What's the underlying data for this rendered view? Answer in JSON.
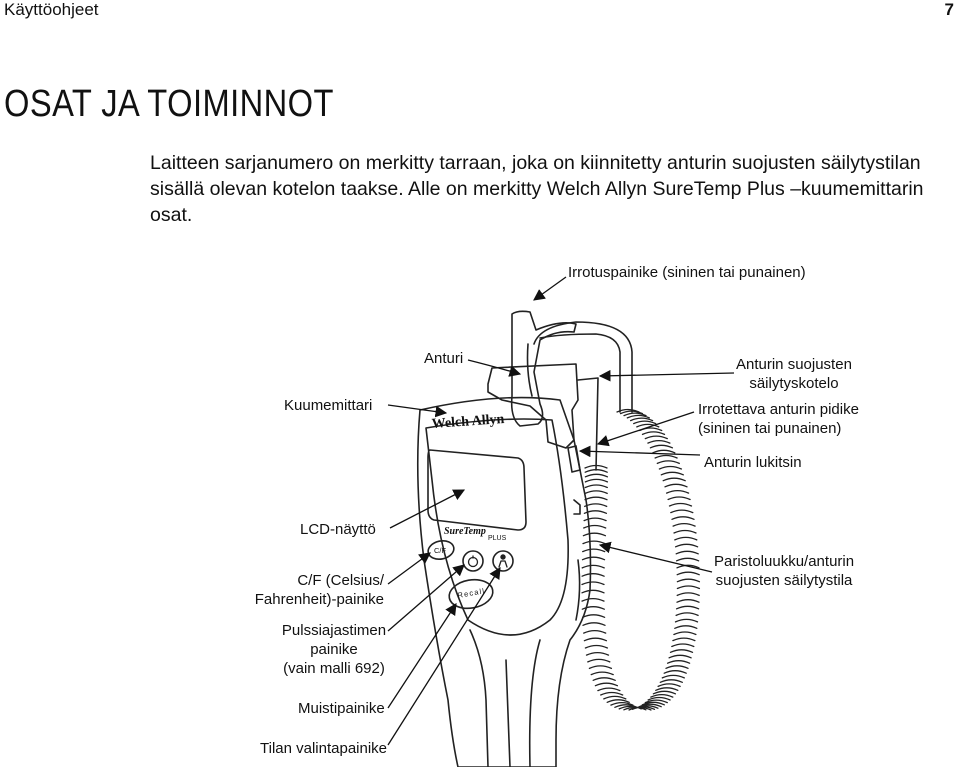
{
  "header": {
    "section": "Käyttöohjeet",
    "page_number": "7"
  },
  "title": "OSAT JA TOIMINNOT",
  "intro": "Laitteen sarjanumero on merkitty tarraan, joka on kiinnitetty anturin suojusten säilytystilan sisällä olevan kotelon taakse. Alle on merkitty Welch Allyn SureTemp Plus –kuumemittarin osat.",
  "device": {
    "brand": "Welch Allyn",
    "model": "SureTemp",
    "model_suffix": "PLUS",
    "btn_cf": "C/F",
    "btn_recall": "Recall"
  },
  "labels": {
    "release_button": "Irrotuspainike (sininen tai punainen)",
    "probe": "Anturi",
    "probe_cover_box_1": "Anturin suojusten",
    "probe_cover_box_2": "säilytyskotelo",
    "thermometer": "Kuumemittari",
    "probe_holder_1": "Irrotettava anturin pidike",
    "probe_holder_2": "(sininen tai punainen)",
    "probe_lock": "Anturin lukitsin",
    "lcd": "LCD-näyttö",
    "battery_1": "Paristoluukku/anturin",
    "battery_2": "suojusten säilytystila",
    "cf_1": "C/F (Celsius/",
    "cf_2": "Fahrenheit)-painike",
    "pulse_1": "Pulssiajastimen",
    "pulse_2": "painike",
    "pulse_3": "(vain malli 692)",
    "memory": "Muistipainike",
    "mode": "Tilan valintapainike"
  }
}
